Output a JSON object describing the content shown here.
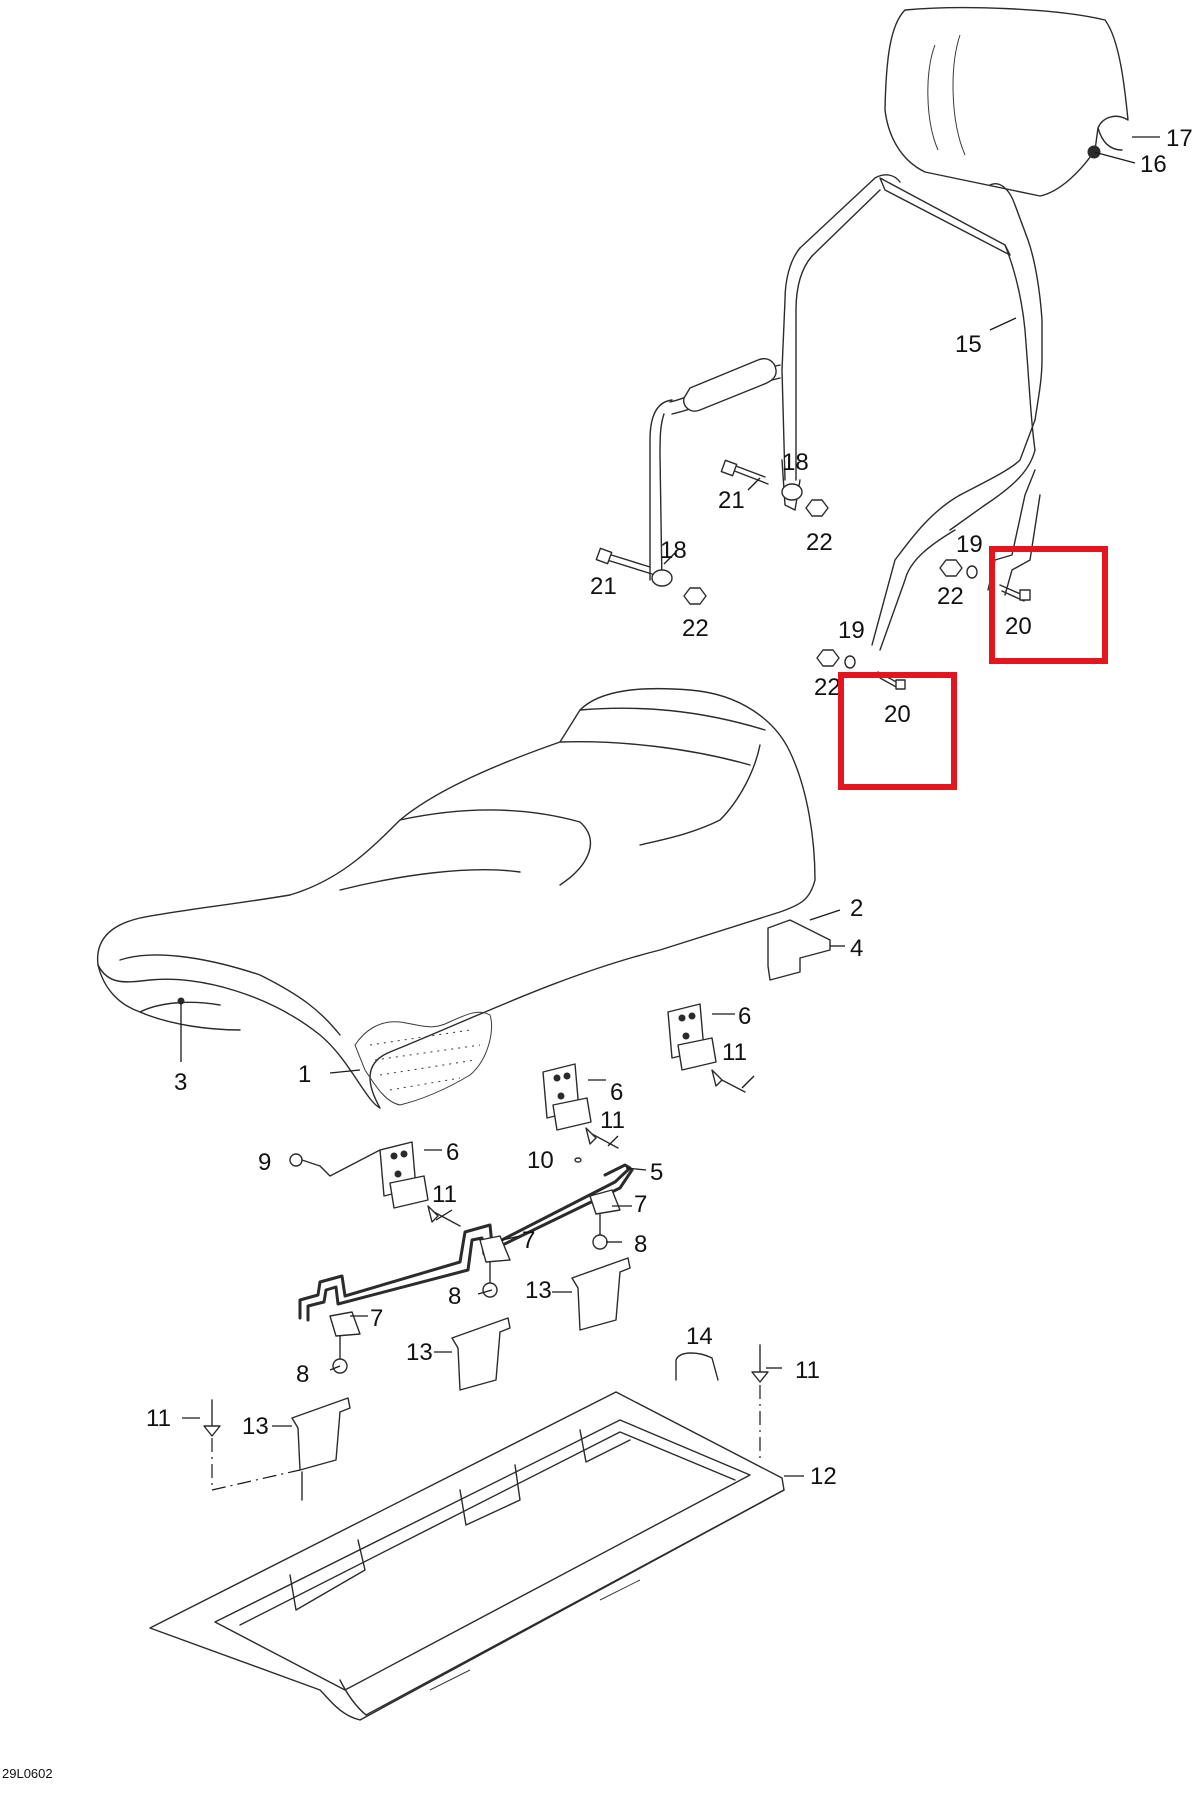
{
  "diagram_code": "29L0602",
  "highlight_color": "#e3161f",
  "labels": {
    "p1": "1",
    "p2": "2",
    "p3": "3",
    "p4": "4",
    "p5": "5",
    "p6": "6",
    "p7": "7",
    "p8": "8",
    "p9": "9",
    "p10": "10",
    "p11": "11",
    "p12": "12",
    "p13": "13",
    "p14": "14",
    "p15": "15",
    "p16": "16",
    "p17": "17",
    "p18": "18",
    "p19": "19",
    "p20": "20",
    "p21": "21",
    "p22": "22"
  }
}
